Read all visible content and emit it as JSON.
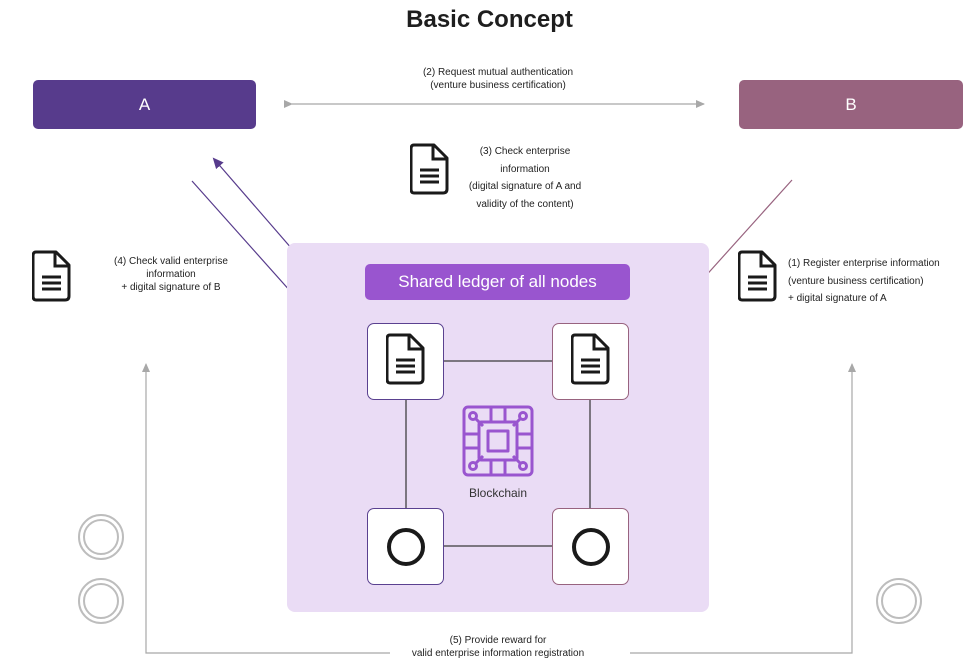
{
  "title": "Basic Concept",
  "parties": {
    "a": "A",
    "b": "B"
  },
  "notes": {
    "step1": [
      "(1) Register enterprise information",
      "(venture business certification)",
      "+ digital signature of A"
    ],
    "step2": [
      "(2) Request mutual authentication",
      "(venture business certification)"
    ],
    "step3": [
      "(3) Check enterprise",
      "information",
      "(digital signature of A and",
      "validity of the content)"
    ],
    "step4": [
      "(4) Check valid enterprise",
      "information",
      "+ digital signature of B"
    ],
    "step5": [
      "(5) Provide reward for",
      "valid enterprise information registration"
    ]
  },
  "ledger": {
    "title": "Shared ledger of all nodes",
    "center_label": "Blockchain"
  },
  "icons": {
    "document": "document-icon",
    "circuit": "blockchain-circuit-icon",
    "ring": "ring-icon",
    "coin": "coin-icon"
  },
  "colors": {
    "party_a": "#573b8c",
    "party_b": "#98637f",
    "ledger_panel": "#eadcf5",
    "ledger_title": "#9955cf",
    "arrow_gray": "#a8a8a8"
  }
}
